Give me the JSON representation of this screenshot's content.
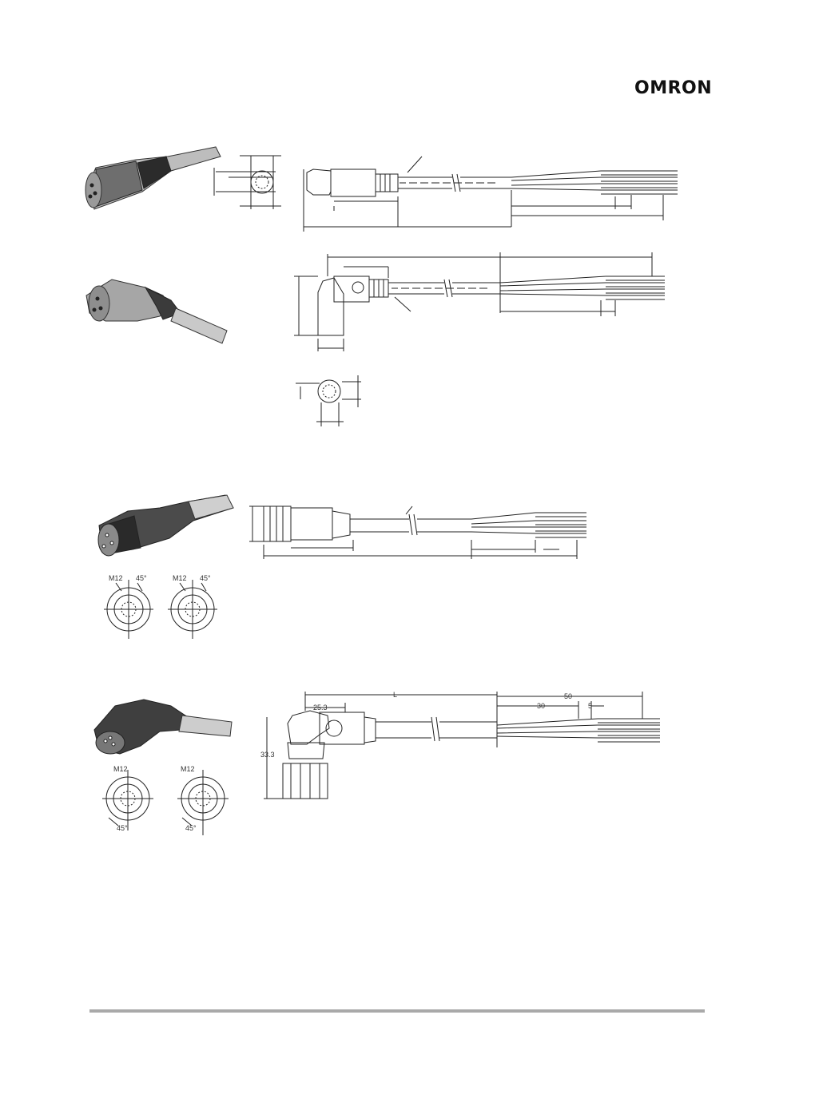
{
  "header": {
    "brand": "OMRON"
  },
  "sections": [
    {
      "id": "straight-connector-small"
    },
    {
      "id": "angled-connector-small"
    },
    {
      "id": "straight-connector-m12"
    },
    {
      "id": "angled-connector-m12"
    }
  ],
  "labels": {
    "m12_a": "M12",
    "m12_b": "M12",
    "m12_c": "M12",
    "m12_d": "M12",
    "angle_a": "45°",
    "angle_b": "45°",
    "angle_c": "45°",
    "angle_d": "45°",
    "dim_l": "L",
    "dim_25_3": "25.3",
    "dim_33_3": "33.3",
    "dim_30": "30",
    "dim_50": "50",
    "dim_5": "5"
  }
}
